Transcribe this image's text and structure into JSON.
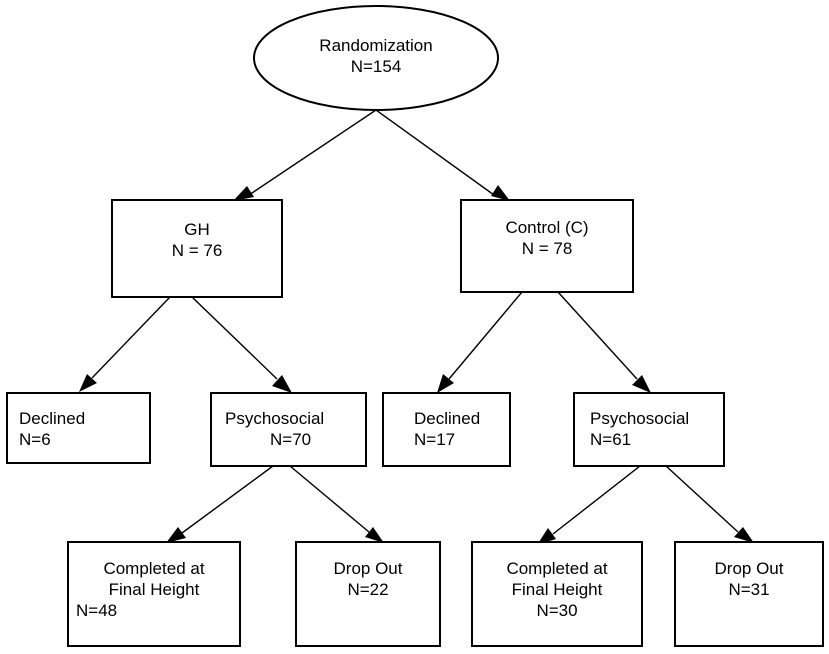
{
  "nodes": {
    "randomization": {
      "lines": [
        "Randomization",
        "N=154"
      ]
    },
    "gh": {
      "lines": [
        "GH",
        "N = 76"
      ]
    },
    "control": {
      "lines": [
        "Control (C)",
        "N = 78"
      ]
    },
    "gh_declined": {
      "lines": [
        "Declined",
        "N=6"
      ]
    },
    "gh_psychosocial": {
      "lines": [
        "Psychosocial",
        "N=70"
      ]
    },
    "c_declined": {
      "lines": [
        "Declined",
        "N=17"
      ]
    },
    "c_psychosocial": {
      "lines": [
        "Psychosocial",
        "N=61"
      ]
    },
    "gh_completed": {
      "lines": [
        "Completed at",
        "Final Height",
        "N=48"
      ]
    },
    "gh_dropout": {
      "lines": [
        "Drop Out",
        "N=22"
      ]
    },
    "c_completed": {
      "lines": [
        "Completed at",
        "Final Height",
        "N=30"
      ]
    },
    "c_dropout": {
      "lines": [
        "Drop Out",
        "N=31"
      ]
    }
  }
}
